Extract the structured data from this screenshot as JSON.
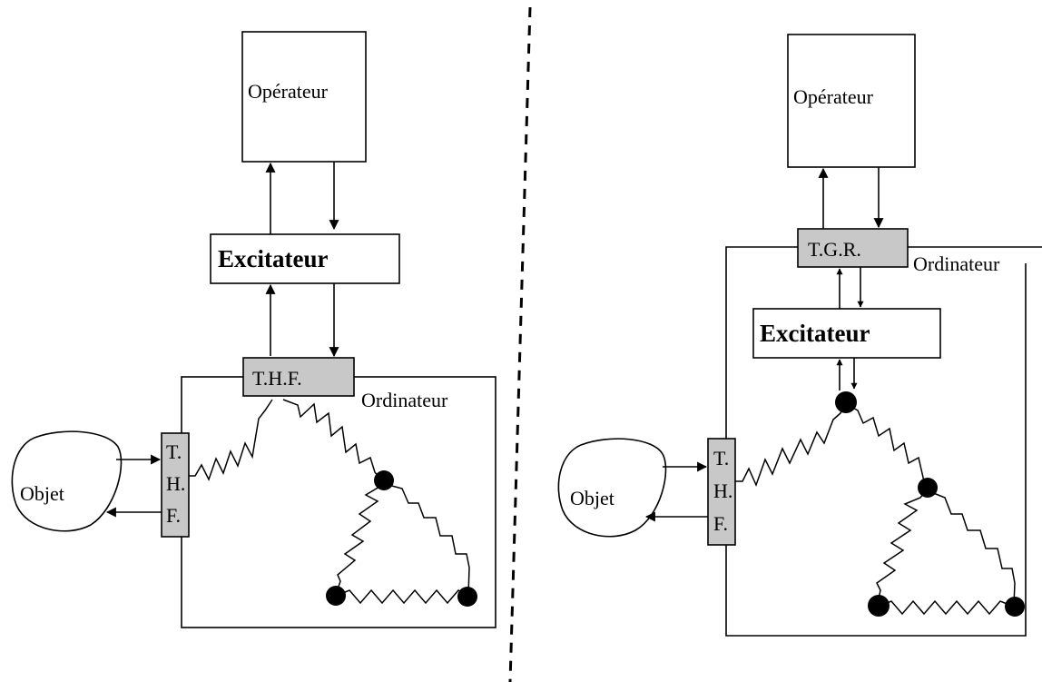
{
  "left": {
    "operator": "Opérateur",
    "exciter": "Excitateur",
    "thf_top": "T.H.F.",
    "computer": "Ordinateur",
    "thf_side": [
      "T.",
      "H.",
      "F."
    ],
    "object": "Objet"
  },
  "right": {
    "operator": "Opérateur",
    "tgr": "T.G.R.",
    "computer": "Ordinateur",
    "exciter": "Excitateur",
    "thf_side": [
      "T.",
      "H.",
      "F."
    ],
    "object": "Objet"
  }
}
